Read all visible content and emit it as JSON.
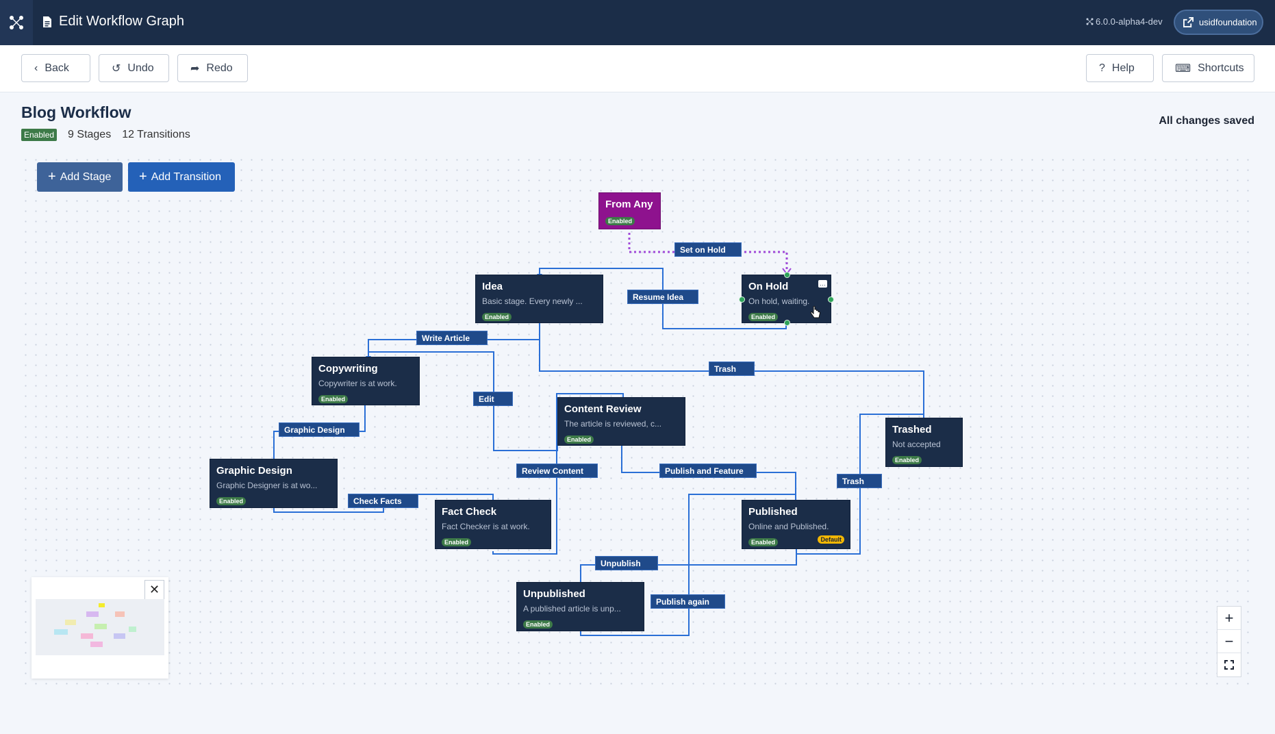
{
  "header": {
    "title": "Edit Workflow Graph",
    "version": "6.0.0-alpha4-dev",
    "site_name": "usidfoundation"
  },
  "toolbar": {
    "back": "Back",
    "undo": "Undo",
    "redo": "Redo",
    "help": "Help",
    "shortcuts": "Shortcuts"
  },
  "workflow": {
    "name": "Blog Workflow",
    "status": "Enabled",
    "stages_count": "9 Stages",
    "transitions_count": "12 Transitions",
    "save_status": "All changes saved"
  },
  "actions": {
    "add_stage": "Add Stage",
    "add_transition": "Add Transition"
  },
  "stages": {
    "from_any": {
      "title": "From Any",
      "badge": "Enabled",
      "color": "#8e128e"
    },
    "idea": {
      "title": "Idea",
      "desc": "Basic stage. Every newly ...",
      "badge": "Enabled"
    },
    "on_hold": {
      "title": "On Hold",
      "desc": "On hold, waiting.",
      "badge": "Enabled"
    },
    "copywriting": {
      "title": "Copywriting",
      "desc": "Copywriter is at work.",
      "badge": "Enabled"
    },
    "content_review": {
      "title": "Content Review",
      "desc": "The article is reviewed, c...",
      "badge": "Enabled"
    },
    "trashed": {
      "title": "Trashed",
      "desc": "Not accepted",
      "badge": "Enabled"
    },
    "graphic_design": {
      "title": "Graphic Design",
      "desc": "Graphic Designer is at wo...",
      "badge": "Enabled"
    },
    "fact_check": {
      "title": "Fact Check",
      "desc": "Fact Checker is at work.",
      "badge": "Enabled"
    },
    "published": {
      "title": "Published",
      "desc": "Online and Published.",
      "badge": "Enabled",
      "default_badge": "Default"
    },
    "unpublished": {
      "title": "Unpublished",
      "desc": "A published article is unp...",
      "badge": "Enabled"
    }
  },
  "transitions": {
    "set_on_hold": "Set on Hold",
    "resume_idea": "Resume Idea",
    "write_article": "Write Article",
    "trash_1": "Trash",
    "edit": "Edit",
    "graphic_design": "Graphic Design",
    "review_content": "Review Content",
    "publish_and_feature": "Publish and Feature",
    "trash_2": "Trash",
    "check_facts": "Check Facts",
    "unpublish": "Unpublish",
    "publish_again": "Publish again"
  },
  "colors": {
    "header_bg": "#1b2d48",
    "node_bg": "#1b2d48",
    "edge": "#2a6fd6",
    "edge_hold": "#a04ad8",
    "enabled": "#3d7a48",
    "default": "#f2b705",
    "primary_button": "#2461b8"
  }
}
